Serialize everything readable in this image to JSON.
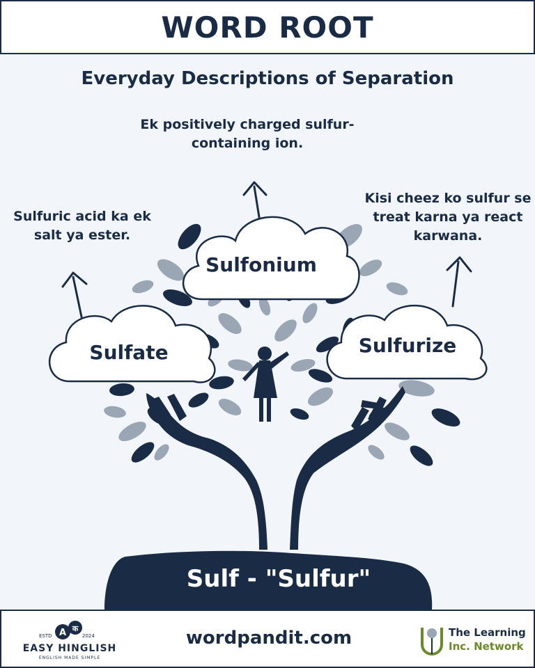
{
  "header": {
    "title": "WORD ROOT"
  },
  "subtitle": "Everyday Descriptions of Separation",
  "definitions": {
    "top": "Ek positively charged sulfur-containing ion.",
    "left": "Sulfuric acid ka ek salt ya ester.",
    "right": "Kisi cheez ko sulfur se treat karna ya react karwana."
  },
  "clouds": {
    "top": "Sulfonium",
    "left": "Sulfate",
    "right": "Sulfurize"
  },
  "root": "Sulf - \"Sulfur\"",
  "footer": {
    "site": "wordpandit.com",
    "easy_hinglish": {
      "estd": "ESTD",
      "year": "2024",
      "name": "EASY HINGLISH",
      "tagline": "ENGLISH MADE SIMPLE",
      "badge_a": "A",
      "badge_k": "क"
    },
    "learning_network": {
      "line1": "The Learning",
      "line2": "Inc. Network"
    }
  },
  "colors": {
    "navy": "#1a2b45",
    "leaf_gray": "#9aa6b4",
    "background": "#f2f6fa",
    "accent_green": "#6a8a2a"
  }
}
